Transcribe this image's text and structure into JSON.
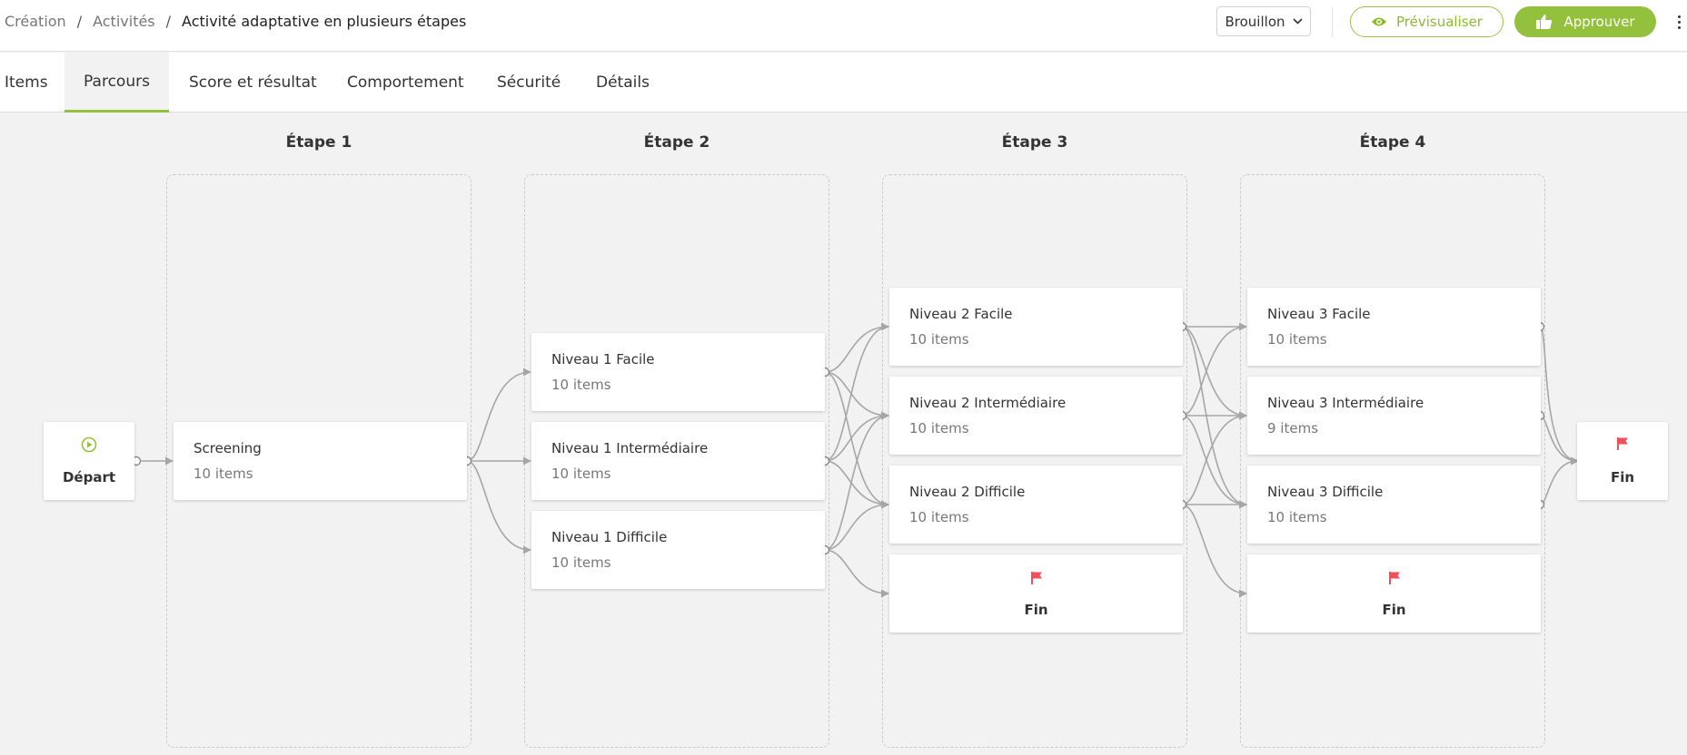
{
  "breadcrumb": {
    "items": [
      "Création",
      "Activités"
    ],
    "separator": "/",
    "current": "Activité adaptative en plusieurs étapes"
  },
  "header": {
    "status_value": "Brouillon",
    "preview_label": "Prévisualiser",
    "approve_label": "Approuver"
  },
  "tabs": [
    {
      "label": "Items",
      "active": false
    },
    {
      "label": "Parcours",
      "active": true
    },
    {
      "label": "Score et résultat",
      "active": false
    },
    {
      "label": "Comportement",
      "active": false
    },
    {
      "label": "Sécurité",
      "active": false
    },
    {
      "label": "Détails",
      "active": false
    }
  ],
  "flow": {
    "start_label": "Départ",
    "end_label": "Fin",
    "stages": [
      {
        "title": "Étape 1",
        "nodes": [
          {
            "name": "Screening",
            "count": "10 items"
          }
        ]
      },
      {
        "title": "Étape 2",
        "nodes": [
          {
            "name": "Niveau 1 Facile",
            "count": "10 items"
          },
          {
            "name": "Niveau 1 Intermédiaire",
            "count": "10 items"
          },
          {
            "name": "Niveau 1 Difficile",
            "count": "10 items"
          }
        ]
      },
      {
        "title": "Étape 3",
        "nodes": [
          {
            "name": "Niveau 2 Facile",
            "count": "10 items"
          },
          {
            "name": "Niveau 2 Intermédiaire",
            "count": "10 items"
          },
          {
            "name": "Niveau 2 Difficile",
            "count": "10 items"
          }
        ],
        "end_label": "Fin"
      },
      {
        "title": "Étape 4",
        "nodes": [
          {
            "name": "Niveau 3 Facile",
            "count": "10 items"
          },
          {
            "name": "Niveau 3 Intermédiaire",
            "count": "9 items"
          },
          {
            "name": "Niveau 3 Difficile",
            "count": "10 items"
          }
        ],
        "end_label": "Fin"
      }
    ]
  },
  "colors": {
    "accent": "#94c13d",
    "flag": "#f0505a",
    "edge": "#a6a6a6"
  },
  "icons": {
    "status_dropdown": "chevron-down-icon",
    "preview": "eye-icon",
    "approve": "thumbs-up-icon",
    "more": "kebab-menu-icon",
    "start": "play-circle-icon",
    "end": "flag-icon"
  }
}
